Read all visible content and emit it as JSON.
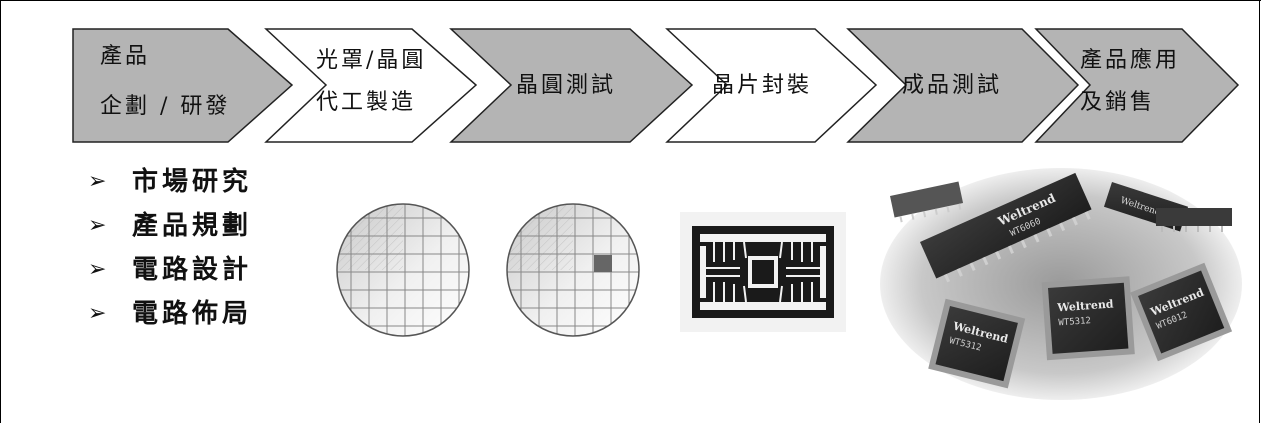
{
  "steps": [
    {
      "lines": [
        "產品",
        "企劃 / 研發"
      ],
      "fill": "#b4b4b4"
    },
    {
      "lines": [
        "光罩/晶圓",
        "代工製造"
      ],
      "fill": "#ffffff"
    },
    {
      "lines": [
        "晶圓測試"
      ],
      "fill": "#b4b4b4"
    },
    {
      "lines": [
        "晶片封裝"
      ],
      "fill": "#ffffff"
    },
    {
      "lines": [
        "成品測試"
      ],
      "fill": "#b4b4b4"
    },
    {
      "lines": [
        "產品應用",
        "及銷售"
      ],
      "fill": "#b4b4b4"
    }
  ],
  "bullets": [
    {
      "marker": "➢",
      "text": "市場研究"
    },
    {
      "marker": "➢",
      "text": "產品規劃"
    },
    {
      "marker": "➢",
      "text": "電路設計"
    },
    {
      "marker": "➢",
      "text": "電路佈局"
    }
  ],
  "chip_markings": [
    "Weltrend",
    "WT6060",
    "Weltrend",
    "WT5312",
    "Weltrend",
    "WT6012"
  ]
}
